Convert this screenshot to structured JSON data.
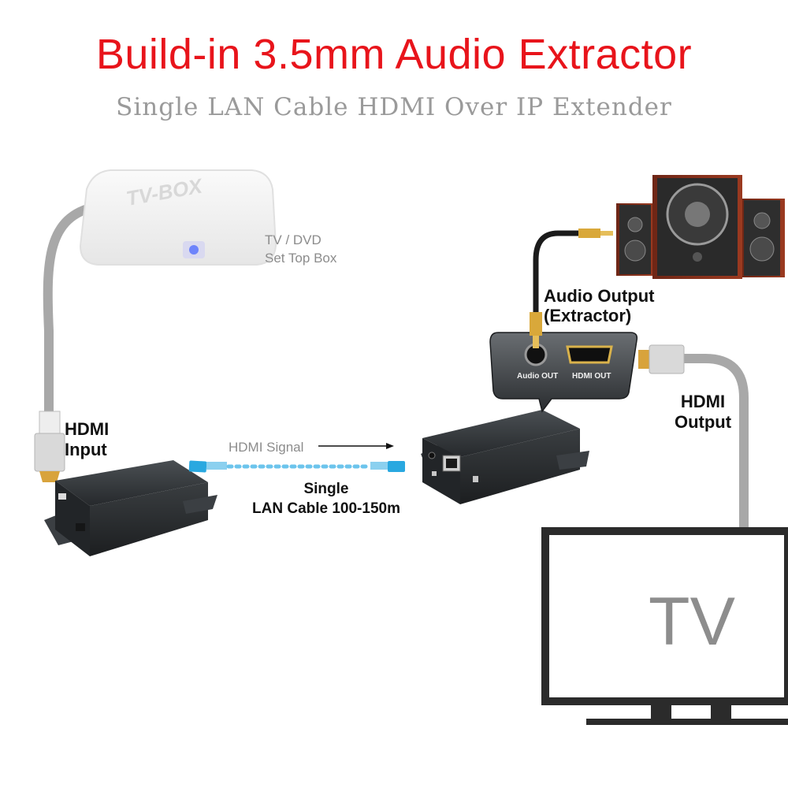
{
  "title": "Build-in 3.5mm Audio Extractor",
  "subtitle": "Single LAN Cable HDMI Over IP Extender",
  "tv_box": {
    "label": "TV-BOX",
    "caption_line1": "TV / DVD",
    "caption_line2": "Set Top Box"
  },
  "hdmi_input": {
    "line1": "HDMI",
    "line2": "Input"
  },
  "signal": {
    "label": "HDMI Signal"
  },
  "cable": {
    "line1": "Single",
    "line2": "LAN Cable 100-150m"
  },
  "audio_output": {
    "line1": "Audio Output",
    "line2": "(Extractor)"
  },
  "port_panel": {
    "audio_label": "Audio OUT",
    "hdmi_label": "HDMI  OUT"
  },
  "hdmi_output": {
    "line1": "HDMI",
    "line2": "Output"
  },
  "tv": {
    "label": "TV"
  },
  "colors": {
    "title": "#e8141b",
    "device": "#2f3336",
    "cable_grey": "#a3a3a3",
    "signal_blue": "#29a8e0"
  }
}
